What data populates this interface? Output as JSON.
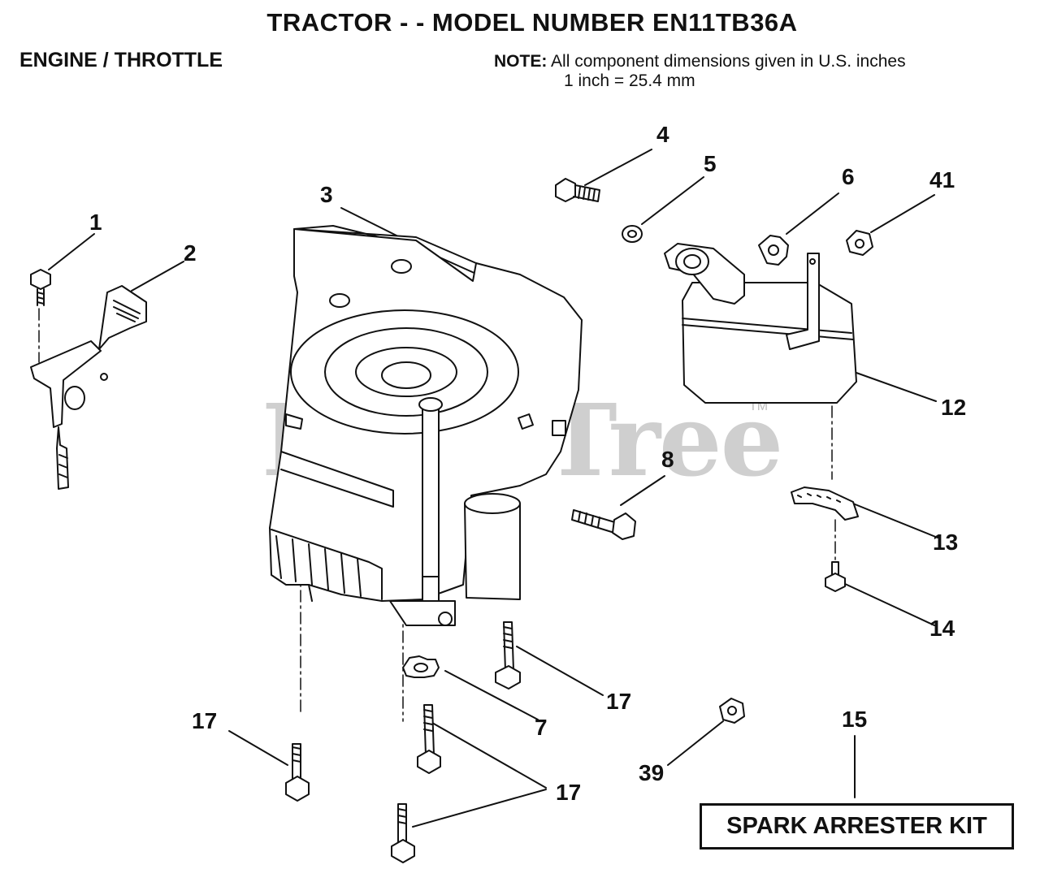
{
  "title": "TRACTOR - - MODEL NUMBER EN11TB36A",
  "section": "ENGINE / THROTTLE",
  "note": {
    "label": "NOTE:",
    "line1": "All component dimensions given in U.S. inches",
    "line2": "1 inch = 25.4 mm"
  },
  "watermark": "PartsTree",
  "trademark": "TM",
  "kit_label": "SPARK ARRESTER KIT",
  "callouts": {
    "c1": "1",
    "c2": "2",
    "c3": "3",
    "c4": "4",
    "c5": "5",
    "c6": "6",
    "c41": "41",
    "c12": "12",
    "c8": "8",
    "c13": "13",
    "c14": "14",
    "c17a": "17",
    "c7": "7",
    "c17b": "17",
    "c17c": "17",
    "c39": "39",
    "c15": "15"
  },
  "parts": [
    {
      "ref": "1",
      "name": "throttle-screw"
    },
    {
      "ref": "2",
      "name": "throttle-control"
    },
    {
      "ref": "3",
      "name": "engine"
    },
    {
      "ref": "4",
      "name": "bolt"
    },
    {
      "ref": "5",
      "name": "washer"
    },
    {
      "ref": "6",
      "name": "gasket"
    },
    {
      "ref": "41",
      "name": "nut"
    },
    {
      "ref": "12",
      "name": "muffler"
    },
    {
      "ref": "8",
      "name": "bolt"
    },
    {
      "ref": "13",
      "name": "spark-arrester-screen"
    },
    {
      "ref": "14",
      "name": "screw"
    },
    {
      "ref": "17",
      "name": "engine-bolt"
    },
    {
      "ref": "7",
      "name": "lock-washer"
    },
    {
      "ref": "39",
      "name": "nut"
    },
    {
      "ref": "15",
      "name": "spark-arrester-kit"
    }
  ]
}
